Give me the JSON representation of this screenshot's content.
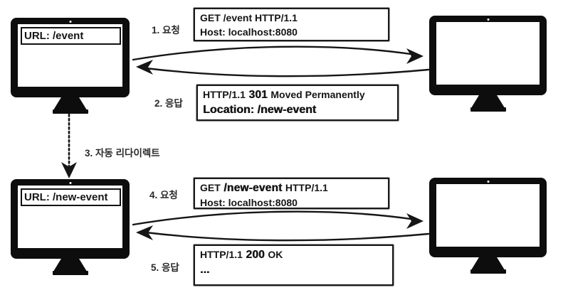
{
  "colors": {
    "ink": "#151515",
    "background": "#ffffff"
  },
  "steps": {
    "step1": "1. 요청",
    "step2": "2. 응답",
    "step3": "3. 자동 리다이렉트",
    "step4": "4. 요청",
    "step5": "5. 응답"
  },
  "client_top": {
    "url_bar": "URL: /event"
  },
  "client_bottom": {
    "url_bar": "URL: /new-event"
  },
  "icons": {
    "client_top": "desktop-computer-icon",
    "server_top": "desktop-computer-icon",
    "client_bottom": "desktop-computer-icon",
    "server_bottom": "desktop-computer-icon"
  },
  "messages": {
    "request1": {
      "request_line": "GET /event HTTP/1.1",
      "host_header": "Host: localhost:8080"
    },
    "response1": {
      "version": "HTTP/1.1",
      "status_code": "301",
      "reason": "Moved Permanently",
      "location_header": "Location: /new-event"
    },
    "request2": {
      "method": "GET",
      "path": "/new-event",
      "version": "HTTP/1.1",
      "host_header": "Host: localhost:8080"
    },
    "response2": {
      "version": "HTTP/1.1",
      "status_code": "200",
      "reason": "OK",
      "body": "..."
    }
  }
}
